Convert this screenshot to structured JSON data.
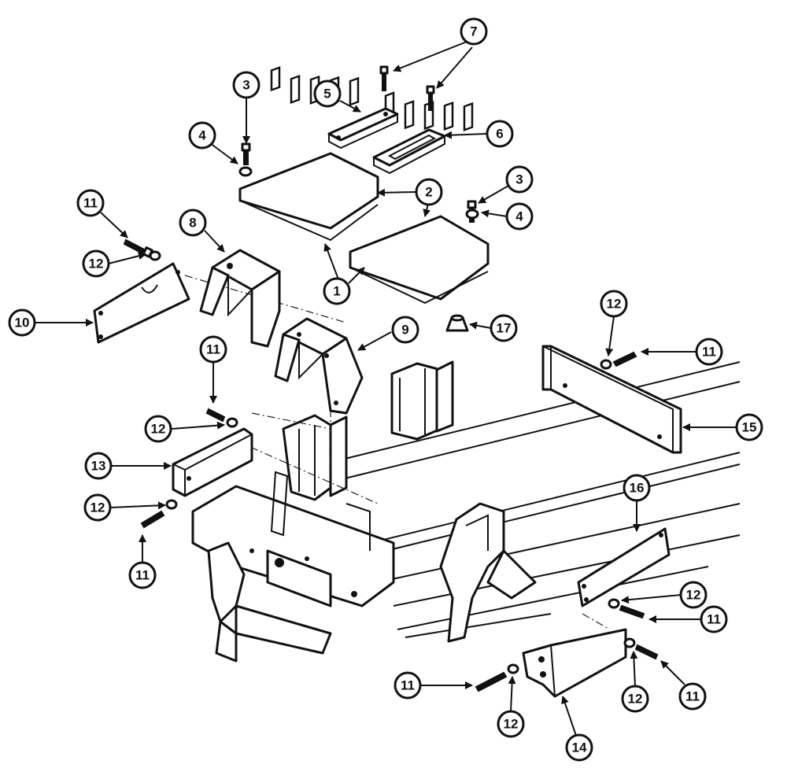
{
  "diagram": {
    "callouts": [
      {
        "label": "1"
      },
      {
        "label": "2"
      },
      {
        "label": "3"
      },
      {
        "label": "4"
      },
      {
        "label": "5"
      },
      {
        "label": "6"
      },
      {
        "label": "7"
      },
      {
        "label": "3"
      },
      {
        "label": "4"
      },
      {
        "label": "11"
      },
      {
        "label": "12"
      },
      {
        "label": "8"
      },
      {
        "label": "10"
      },
      {
        "label": "9"
      },
      {
        "label": "17"
      },
      {
        "label": "12"
      },
      {
        "label": "11"
      },
      {
        "label": "15"
      },
      {
        "label": "11"
      },
      {
        "label": "12"
      },
      {
        "label": "13"
      },
      {
        "label": "12"
      },
      {
        "label": "11"
      },
      {
        "label": "16"
      },
      {
        "label": "12"
      },
      {
        "label": "11"
      },
      {
        "label": "11"
      },
      {
        "label": "12"
      },
      {
        "label": "14"
      },
      {
        "label": "12"
      },
      {
        "label": "11"
      }
    ]
  }
}
